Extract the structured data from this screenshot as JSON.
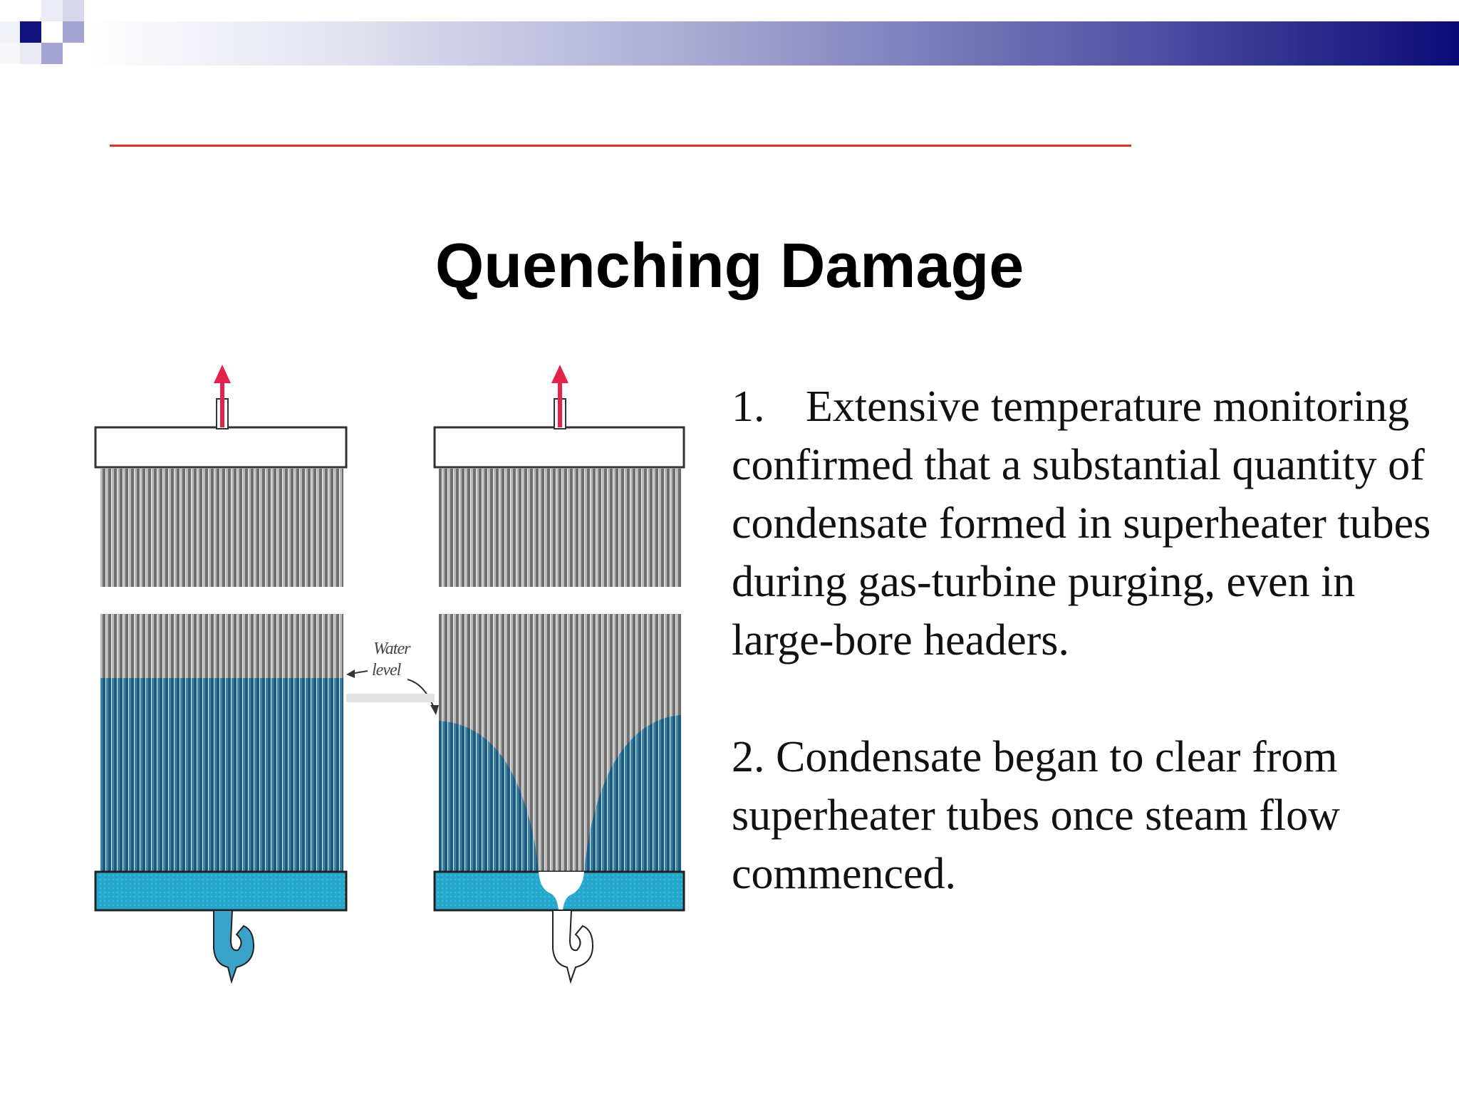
{
  "slide": {
    "title": "Quenching Damage",
    "diagram": {
      "water_label_line1": "Water",
      "water_label_line2": "level"
    },
    "points": [
      {
        "number": "1.",
        "text": "Extensive temperature monitoring confirmed that a substantial quantity of condensate formed in superheater tubes during gas-turbine purging, even in large-bore headers."
      },
      {
        "number": "2.",
        "text": "Condensate began to clear from superheater tubes once steam flow commenced."
      }
    ]
  },
  "colors": {
    "header_gradient_end": "#0b0b78",
    "rule": "#e0302a",
    "arrow": "#e4234a",
    "tube_gray": "#8e8e8e",
    "water_dark": "#1f5f8a",
    "water_light": "#26a7cc"
  }
}
